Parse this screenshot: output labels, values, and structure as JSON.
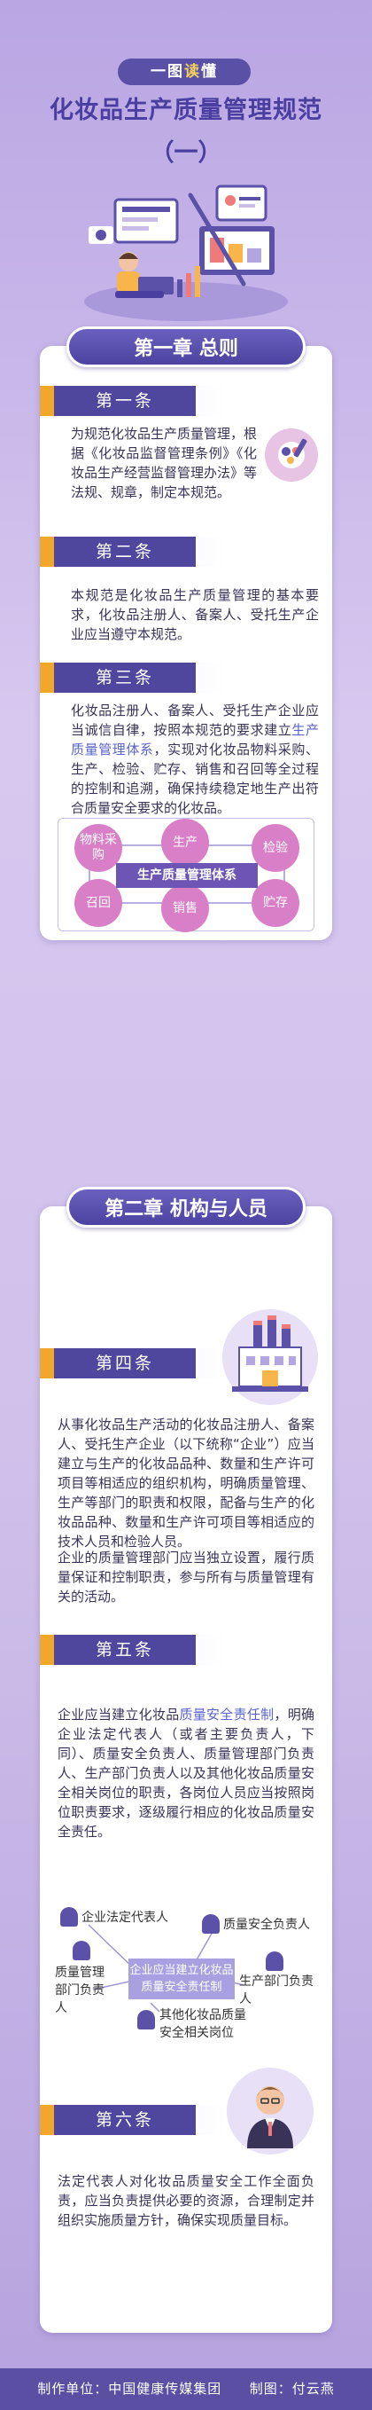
{
  "header": {
    "tag_pre": "一图",
    "tag_hl": "读",
    "tag_post": "懂",
    "title": "化妆品生产质量管理规范",
    "subtitle": "（一）"
  },
  "chapter1": {
    "title": "第一章 总则",
    "sections": [
      {
        "label": "第一条",
        "text": "为规范化妆品生产质量管理，根据《化妆品监督管理条例》《化妆品生产经营监督管理办法》等法规、规章，制定本规范。"
      },
      {
        "label": "第二条",
        "text": "本规范是化妆品生产质量管理的基本要求，化妆品注册人、备案人、受托生产企业应当遵守本规范。"
      },
      {
        "label": "第三条",
        "text_a": "化妆品注册人、备案人、受托生产企业应当诚信自律，按照本规范的要求建立",
        "text_link": "生产质量管理体系",
        "text_b": "，实现对化妆品物料采购、生产、检验、贮存、销售和召回等全过程的控制和追溯，确保持续稳定地生产出符合质量安全要求的化妆品。"
      }
    ],
    "diagram": {
      "center": "生产质量管理体系",
      "nodes": [
        "物料采购",
        "生产",
        "检验",
        "召回",
        "销售",
        "贮存"
      ]
    }
  },
  "chapter2": {
    "title": "第二章 机构与人员",
    "sections": [
      {
        "label": "第四条",
        "text1": "从事化妆品生产活动的化妆品注册人、备案人、受托生产企业（以下统称“企业”）应当建立与生产的化妆品品种、数量和生产许可项目等相适应的组织机构，明确质量管理、生产等部门的职责和权限，配备与生产的化妆品品种、数量和生产许可项目等相适应的技术人员和检验人员。",
        "text2": "企业的质量管理部门应当独立设置，履行质量保证和控制职责，参与所有与质量管理有关的活动。"
      },
      {
        "label": "第五条",
        "text_a": "企业应当建立化妆品",
        "text_link": "质量安全责任制",
        "text_b": "，明确企业法定代表人（或者主要负责人，下同）、质量安全负责人、质量管理部门负责人、生产部门负责人以及其他化妆品质量安全相关岗位的职责，各岗位人员应当按照岗位职责要求，逐级履行相应的化妆品质量安全责任。"
      },
      {
        "label": "第六条",
        "text": "法定代表人对化妆品质量安全工作全面负责，应当负责提供必要的资源，合理制定并组织实施质量方针，确保实现质量目标。"
      }
    ],
    "roles": {
      "center": "企业应当建立化妆品质量安全责任制",
      "legal": "企业法定代表人",
      "safety": "质量安全负责人",
      "qm_dept": "质量管理部门负责人",
      "prod_dept": "生产部门负责人",
      "other": "其他化妆品质量安全相关岗位"
    }
  },
  "footer": {
    "producer": "制作单位：中国健康传媒集团",
    "designer": "制图：付云燕"
  }
}
